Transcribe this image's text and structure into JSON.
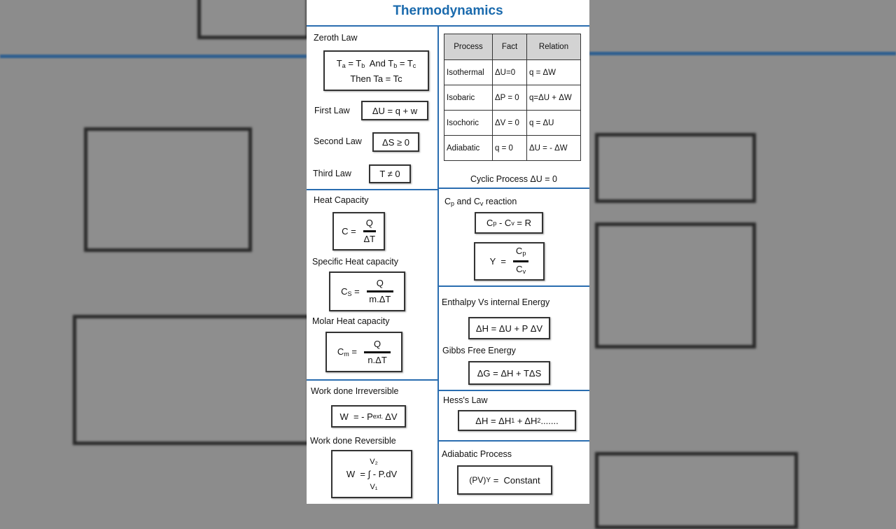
{
  "title": "Thermodynamics",
  "laws": {
    "zeroth_label": "Zeroth Law",
    "zeroth_line1": [
      "T",
      "a",
      " = T",
      "b",
      "  And T",
      "b",
      " = T",
      "c"
    ],
    "zeroth_line2": "Then Ta = Tc",
    "first_label": "First Law",
    "first_formula": "ΔU = q + w",
    "second_label": "Second Law",
    "second_formula": "ΔS ≥ 0",
    "third_label": "Third Law",
    "third_formula": "T ≠ 0"
  },
  "process_table": {
    "headers": [
      "Process",
      "Fact",
      "Relation"
    ],
    "rows": [
      [
        "Isothermal",
        "ΔU=0",
        "q = ΔW"
      ],
      [
        "Isobaric",
        "ΔP = 0",
        "q=ΔU + ΔW"
      ],
      [
        "Isochoric",
        "ΔV = 0",
        "q = ΔU"
      ],
      [
        "Adiabatic",
        "q = 0",
        "ΔU = - ΔW"
      ]
    ],
    "cyclic": "Cyclic Process ΔU = 0"
  },
  "heat_capacity": {
    "label": "Heat Capacity",
    "lhs": "C =",
    "num": "Q",
    "den": "ΔT",
    "specific_label": "Specific Heat capacity",
    "specific_lhs": [
      "C",
      "S",
      " ="
    ],
    "specific_num": "Q",
    "specific_den": "m.ΔT",
    "molar_label": "Molar Heat capacity",
    "molar_lhs": [
      "C",
      "m",
      " ="
    ],
    "molar_num": "Q",
    "molar_den": "n.ΔT"
  },
  "cp_cv": {
    "label": [
      "C",
      "p",
      " and C",
      "v",
      " reaction"
    ],
    "relation": [
      "C",
      "p",
      " - C",
      "v",
      " = R"
    ],
    "gamma_lhs": "Y  =",
    "gamma_num": [
      "C",
      "p"
    ],
    "gamma_den": [
      "C",
      "v"
    ]
  },
  "enthalpy": {
    "label": "Enthalpy Vs internal Energy",
    "formula": "ΔH = ΔU + P ΔV",
    "gibbs_label": "Gibbs Free Energy",
    "gibbs_formula": "ΔG = ΔH + TΔS"
  },
  "work": {
    "irreversible_label": "Work done Irreversible",
    "irreversible_formula": [
      "W  = - P",
      "ext.",
      " ΔV"
    ],
    "reversible_label": "Work done Reversible",
    "reversible_upper": "V₂",
    "reversible_formula": "W  = ∫ - P.dV",
    "reversible_lower": "V₁"
  },
  "hess": {
    "label": "Hess's Law",
    "formula": [
      "ΔH = ΔH",
      "1",
      " + ΔH",
      "2",
      "......."
    ]
  },
  "adiabatic": {
    "label": "Adiabatic Process",
    "base": "(PV)",
    "exp": "Y",
    "rhs": " =  Constant"
  },
  "colors": {
    "title": "#1a6aad",
    "divider": "#2a6db0",
    "table_header": "#d3d3d3"
  }
}
